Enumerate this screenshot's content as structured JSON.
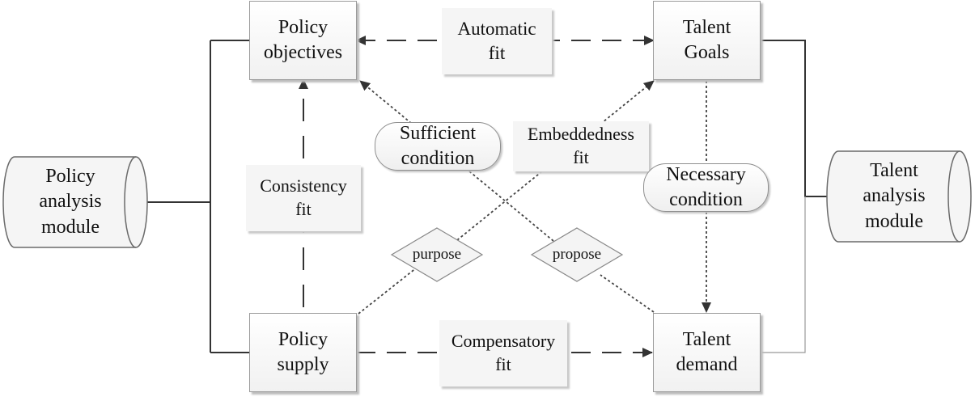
{
  "modules": {
    "policy": "Policy\nanalysis\nmodule",
    "talent": "Talent\nanalysis\nmodule"
  },
  "nodes": {
    "policy_objectives": "Policy\nobjectives",
    "talent_goals": "Talent\nGoals",
    "policy_supply": "Policy\nsupply",
    "talent_demand": "Talent\ndemand"
  },
  "fits": {
    "automatic": "Automatic\nfit",
    "consistency": "Consistency\nfit",
    "embeddedness": "Embeddedness\nfit",
    "compensatory": "Compensatory\nfit"
  },
  "conditions": {
    "sufficient": "Sufficient\ncondition",
    "necessary": "Necessary\ncondition"
  },
  "decisions": {
    "purpose": "purpose",
    "propose": "propose"
  }
}
